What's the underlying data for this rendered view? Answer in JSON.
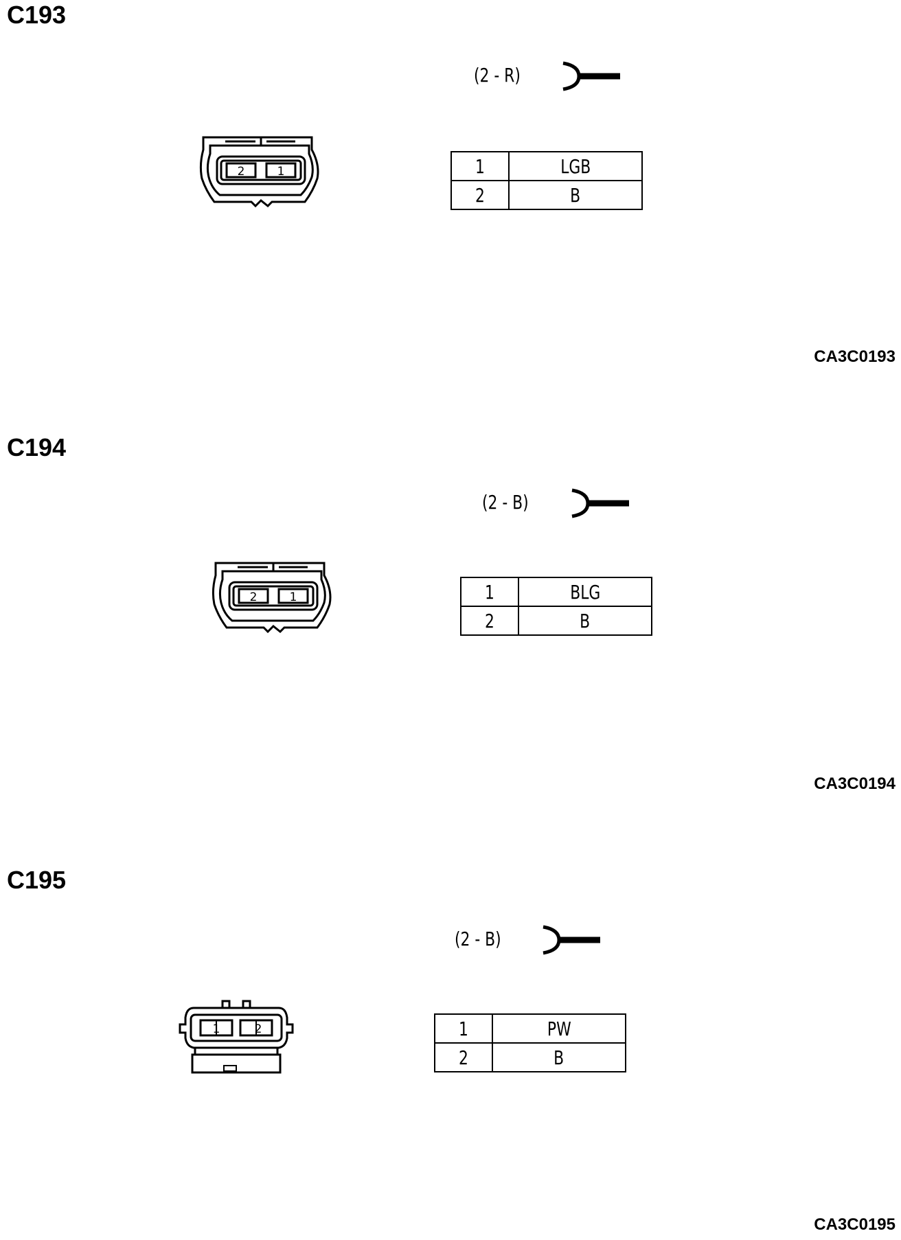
{
  "connectors": [
    {
      "id": "C193",
      "spec": "(2 - R)",
      "pins": [
        {
          "pin": "1",
          "wire": "LGB"
        },
        {
          "pin": "2",
          "wire": "B"
        }
      ],
      "face_labels": [
        "2",
        "1"
      ],
      "code": "CA3C0193"
    },
    {
      "id": "C194",
      "spec": "(2 - B)",
      "pins": [
        {
          "pin": "1",
          "wire": "BLG"
        },
        {
          "pin": "2",
          "wire": "B"
        }
      ],
      "face_labels": [
        "2",
        "1"
      ],
      "code": "CA3C0194"
    },
    {
      "id": "C195",
      "spec": "(2 - B)",
      "pins": [
        {
          "pin": "1",
          "wire": "PW"
        },
        {
          "pin": "2",
          "wire": "B"
        }
      ],
      "face_labels": [
        "1",
        "2"
      ],
      "code": "CA3C0195"
    }
  ]
}
